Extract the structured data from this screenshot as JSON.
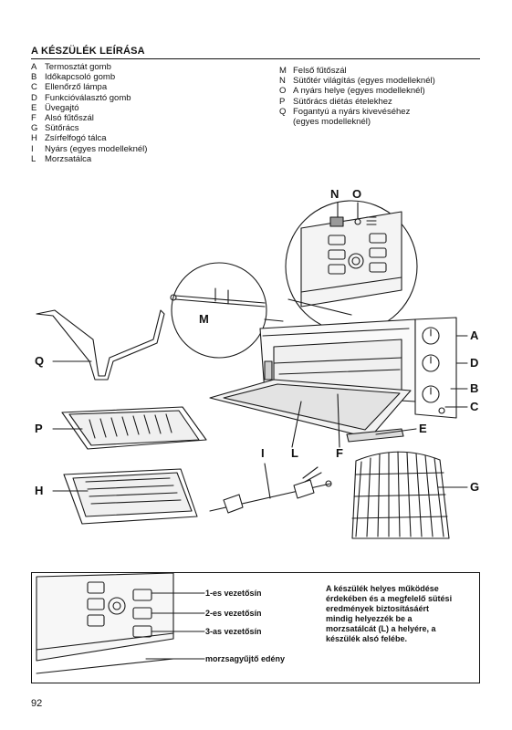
{
  "section_title": "A KÉSZÜLÉK LEÍRÁSA",
  "legend_left": [
    {
      "key": "A",
      "text": "Termosztát gomb"
    },
    {
      "key": "B",
      "text": "Időkapcsoló gomb"
    },
    {
      "key": "C",
      "text": "Ellenőrző lámpa"
    },
    {
      "key": "D",
      "text": "Funkcióválasztó gomb"
    },
    {
      "key": "E",
      "text": "Üvegajtó"
    },
    {
      "key": "F",
      "text": "Alsó fűtőszál"
    },
    {
      "key": "G",
      "text": "Sütőrács"
    },
    {
      "key": "H",
      "text": "Zsírfelfogó tálca"
    },
    {
      "key": "I",
      "text": "Nyárs (egyes modelleknél)"
    },
    {
      "key": "L",
      "text": "Morzsatálca"
    }
  ],
  "legend_right": [
    {
      "key": "M",
      "text": "Felső fűtőszál"
    },
    {
      "key": "N",
      "text": "Sütőtér világítás (egyes modelleknél)"
    },
    {
      "key": "O",
      "text": "A nyárs helye (egyes modelleknél)"
    },
    {
      "key": "P",
      "text": "Sütőrács diétás ételekhez"
    },
    {
      "key": "Q",
      "text": "Fogantyú a nyárs kivevéséhez"
    },
    {
      "key": "",
      "text": "(egyes modelleknél)"
    }
  ],
  "callouts": {
    "N": "N",
    "O": "O",
    "M": "M",
    "A": "A",
    "Q": "Q",
    "D": "D",
    "B": "B",
    "C": "C",
    "P": "P",
    "E": "E",
    "I": "I",
    "L": "L",
    "F": "F",
    "H": "H",
    "G": "G"
  },
  "shelf_labels": {
    "shelf1": "1-es vezetősín",
    "shelf2": "2-es vezetősín",
    "shelf3": "3-as vezetősín",
    "crumb": "morzsagyűjtő edény"
  },
  "note_lines": [
    "A készülék helyes működése",
    "érdekében és a megfelelő sütési",
    "eredmények biztosításáért",
    "mindig helyezzék be a",
    "morzsatálcát (L) a helyére, a",
    "készülék alsó felébe."
  ],
  "page_number": "92"
}
